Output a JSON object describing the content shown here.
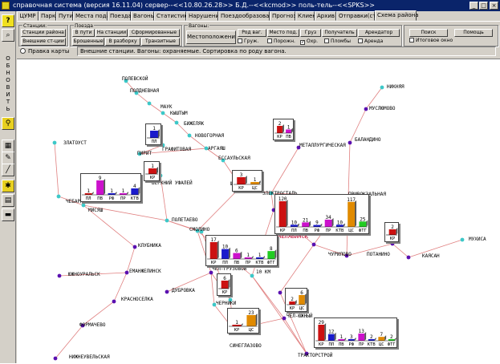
{
  "window": {
    "title": "справочная система (версия 16.11.04) сервер--<<10.80.26.28>> Б.Д.--<<kcmod>> поль-тель--<<SPKS>>",
    "controls": [
      "_",
      "□",
      "×"
    ]
  },
  "left_toolbar": {
    "refresh_label": "О\nБ\nН\nО\nВ\nИ\nТ\nЬ"
  },
  "tabs": [
    "ЦУМР",
    "Парки",
    "Пути",
    "Места подачи",
    "Поезда",
    "Вагоны",
    "Статистика",
    "Нарушения",
    "Поездообразование",
    "Прогноз",
    "Клиент",
    "Архив",
    "Отправки(стар)",
    "Схема района"
  ],
  "active_tab": "Схема района",
  "stations_group": {
    "label": "Станции:",
    "buttons": [
      "Станции района",
      "Внешние ст-ции"
    ]
  },
  "trains_group": {
    "label": "Поезда",
    "buttons": [
      "В пути",
      "На станции",
      "Сформированные",
      "Брошенные",
      "В разборку",
      "Транзитные"
    ]
  },
  "wagons_group": {
    "label": "Вагоны:",
    "location_button": "Местоположение",
    "buttons": [
      "Род ваг.",
      "Место под.",
      "Груз",
      "Получатель",
      "Арендатор"
    ],
    "checks": [
      {
        "label": "Груж.",
        "checked": false
      },
      {
        "label": "Порожн.",
        "checked": false
      },
      {
        "label": "Охр.",
        "checked": true
      },
      {
        "label": "Пломбы",
        "checked": false
      },
      {
        "label": "Аренда",
        "checked": false
      }
    ]
  },
  "right_group": {
    "search": "Поиск",
    "help": "Помощь",
    "final_window": "Итоговое окно"
  },
  "map_edit": "Правка карты",
  "status_message": "Внешние станции. Вагоны: охраняемые. Сортировка по роду вагона.",
  "stations": [
    {
      "name": "ПОЛЕВСКОЙ"
    },
    {
      "name": "ПОЛДНЕВНАЯ"
    },
    {
      "name": "МАУК"
    },
    {
      "name": "КЫШТЫМ"
    },
    {
      "name": "БИЖЕЛЯК"
    },
    {
      "name": "НОВОГОРНАЯ"
    },
    {
      "name": "АРГАЯШ"
    },
    {
      "name": "ГРАФИТОВАЯ"
    },
    {
      "name": "ПИРИТ"
    },
    {
      "name": "ЗЛАТОУСТ"
    },
    {
      "name": "ВЕРХНИЙ УФАЛЕЙ"
    },
    {
      "name": "ЕССАУЛЬСКАЯ"
    },
    {
      "name": "ШАГОЛ"
    },
    {
      "name": "ЭЛЕКТРОСТАЛЬ"
    },
    {
      "name": "ЧЕБАРКУЛЬ"
    },
    {
      "name": "МИСЯШ"
    },
    {
      "name": "ПОЛЕТАЕВО"
    },
    {
      "name": "СМОЛИНО"
    },
    {
      "name": "КЛУБНИКА"
    },
    {
      "name": "ЕМАНЖЕЛИНСК"
    },
    {
      "name": "ЮЖНОУРАЛЬСК"
    },
    {
      "name": "ДУБРОВКА"
    },
    {
      "name": "КРАСНОСЕЛКА"
    },
    {
      "name": "ФОРМАЧЕВО"
    },
    {
      "name": "НИЖНЕУВЕЛЬСКАЯ"
    },
    {
      "name": "ЧЕЛ-ГРУЗОВОЙ"
    },
    {
      "name": "10 КМ"
    },
    {
      "name": "ЧЕРНИКИ"
    },
    {
      "name": "СИНЕГЛАЗОВО"
    },
    {
      "name": "ЧЕЛ-ЮЖНЫЙ"
    },
    {
      "name": "ТРАКТОРСТРОЙ"
    },
    {
      "name": "ЧЕЛЯБИНСК"
    },
    {
      "name": "ЧУРИЛОВО"
    },
    {
      "name": "ПОТАНИНО"
    },
    {
      "name": "КАЯСАН"
    },
    {
      "name": "МУХИСА"
    },
    {
      "name": "БАЛАНДИНО"
    },
    {
      "name": "МУСЛЮМОВО"
    },
    {
      "name": "НИКНЯЯ"
    },
    {
      "name": "МЕТАЛЛУРГИЧЕСКАЯ"
    },
    {
      "name": "ПРИВОКЗАЛЬНАЯ"
    }
  ],
  "charts": [
    {
      "id": "grafitovaya",
      "values": [
        {
          "label": "ПЛ",
          "value": 1,
          "color": "#1a1acc"
        }
      ],
      "top": "12"
    },
    {
      "id": "ufaley",
      "values": [
        {
          "label": "КР",
          "value": 1,
          "color": "#cc1111"
        }
      ],
      "top": "1"
    },
    {
      "id": "chebarkul",
      "values": [
        {
          "label": "ПЛ",
          "value": 1,
          "color": "#cc1111"
        },
        {
          "label": "ПВ",
          "value": 9,
          "color": "#cc11cc"
        },
        {
          "label": "РФ",
          "value": 1,
          "color": "#1a1acc"
        },
        {
          "label": "ПР",
          "value": 1,
          "color": "#cc11cc"
        },
        {
          "label": "КТВ",
          "value": 4,
          "color": "#1a1acc"
        }
      ]
    },
    {
      "id": "shagol",
      "values": [
        {
          "label": "КР",
          "value": 3,
          "color": "#cc1111"
        },
        {
          "label": "ЦС",
          "value": 1,
          "color": "#e08a00"
        }
      ]
    },
    {
      "id": "metallurg",
      "values": [
        {
          "label": "КР",
          "value": 2,
          "color": "#cc1111"
        },
        {
          "label": "ПВ",
          "value": 1,
          "color": "#cc11cc"
        }
      ]
    },
    {
      "id": "chelyabinsk",
      "values": [
        {
          "label": "КР",
          "value": 120,
          "color": "#cc1111"
        },
        {
          "label": "ПЛ",
          "value": 10,
          "color": "#1a1acc"
        },
        {
          "label": "ПВ",
          "value": 21,
          "color": "#cc11cc"
        },
        {
          "label": "РФ",
          "value": 9,
          "color": "#1a1acc"
        },
        {
          "label": "ПР",
          "value": 34,
          "color": "#cc11cc"
        },
        {
          "label": "КТВ",
          "value": 10,
          "color": "#1a1acc"
        },
        {
          "label": "ЦС",
          "value": 117,
          "color": "#e08a00"
        },
        {
          "label": "ФТГ",
          "value": 25,
          "color": "#22cc22"
        }
      ]
    },
    {
      "id": "potanino",
      "values": [
        {
          "label": "КР",
          "value": 2,
          "color": "#cc1111"
        }
      ]
    },
    {
      "id": "chelgruz",
      "values": [
        {
          "label": "КР",
          "value": 17,
          "color": "#cc1111"
        },
        {
          "label": "ПЛ",
          "value": 10,
          "color": "#1a1acc"
        },
        {
          "label": "ПВ",
          "value": 6,
          "color": "#cc11cc"
        },
        {
          "label": "ПР",
          "value": 1,
          "color": "#cc11cc"
        },
        {
          "label": "КТВ",
          "value": 1,
          "color": "#1a1acc"
        },
        {
          "label": "ФТГ",
          "value": 8,
          "color": "#22cc22"
        }
      ]
    },
    {
      "id": "10km",
      "values": [
        {
          "label": "КР",
          "value": 6,
          "color": "#cc1111"
        }
      ]
    },
    {
      "id": "chelyuzh",
      "values": [
        {
          "label": "КР",
          "value": 2,
          "color": "#cc1111"
        },
        {
          "label": "ЦС",
          "value": 6,
          "color": "#e08a00"
        }
      ]
    },
    {
      "id": "sineglaz",
      "values": [
        {
          "label": "КР",
          "value": 1,
          "color": "#cc1111"
        },
        {
          "label": "ЦС",
          "value": 23,
          "color": "#e08a00"
        }
      ]
    },
    {
      "id": "traktor",
      "values": [
        {
          "label": "КР",
          "value": 29,
          "color": "#cc1111"
        },
        {
          "label": "ПЛ",
          "value": 12,
          "color": "#1a1acc"
        },
        {
          "label": "ПВ",
          "value": 1,
          "color": "#cc11cc"
        },
        {
          "label": "РФ",
          "value": 3,
          "color": "#1a1acc"
        },
        {
          "label": "ПР",
          "value": 13,
          "color": "#cc11cc"
        },
        {
          "label": "КТВ",
          "value": 2,
          "color": "#1a1acc"
        },
        {
          "label": "ЦС",
          "value": 7,
          "color": "#e08a00"
        },
        {
          "label": "ФТГ",
          "value": 2,
          "color": "#22cc22"
        }
      ]
    }
  ],
  "colors": {
    "cyan_node": "#3cc8c8",
    "purple_node": "#5a10b0",
    "edge": "#e08080",
    "selected_station": "#c0002a"
  }
}
